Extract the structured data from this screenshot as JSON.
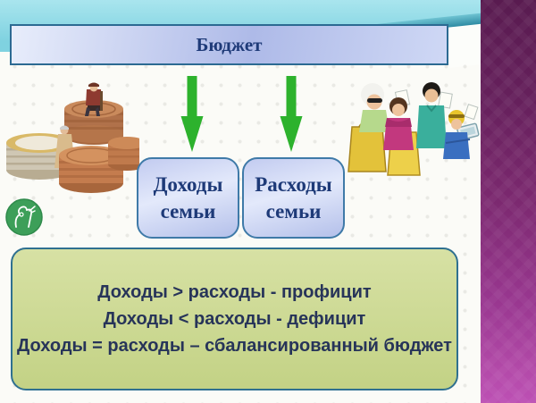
{
  "title_box": {
    "label": "Бюджет"
  },
  "flow": {
    "income_label": "Доходы семьи",
    "expense_label": "Расходы семьи"
  },
  "rules_box": {
    "lines": [
      "Доходы > расходы - профицит",
      "Доходы < расходы - дефицит",
      "Доходы = расходы – сбалансированный бюджет"
    ]
  },
  "images": {
    "coins": "coins-with-elderly-figurines-photo",
    "family": "family-shopping-cartoon",
    "logo": "green-round-logo"
  },
  "colors": {
    "arrow": "#2db22d",
    "sky": "#8fd9e6",
    "swoosh": "#2e8ba3",
    "panel_border": "#2f7090",
    "flow_border": "#3f7aa8",
    "title_text": "#1e3a78",
    "rules_text": "#273459",
    "rules_bg": "#ccd993",
    "sidebar_top": "#591b50",
    "sidebar_bottom": "#bd50b4"
  }
}
